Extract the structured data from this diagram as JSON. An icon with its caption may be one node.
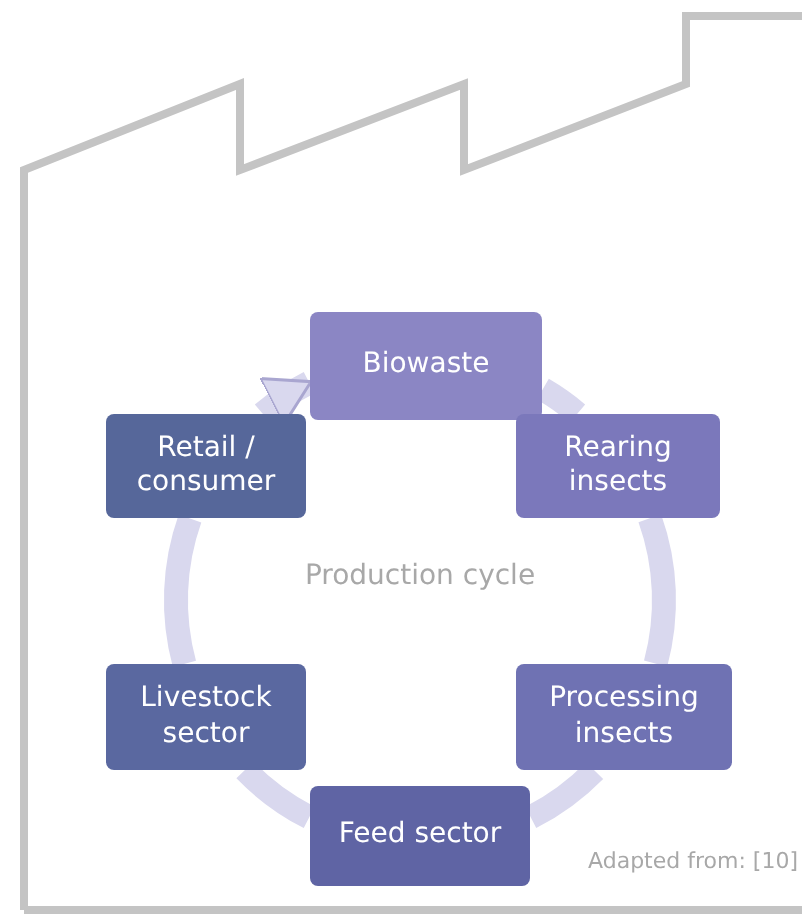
{
  "diagram": {
    "nodes": [
      {
        "text": [
          "Biowaste"
        ]
      },
      {
        "text": [
          "Rearing insects"
        ]
      },
      {
        "text": [
          "Processing insects"
        ]
      },
      {
        "text": [
          "Feed sector"
        ]
      },
      {
        "text": [
          "Livestock sector"
        ]
      },
      {
        "text": [
          "Retail / consumer"
        ]
      }
    ],
    "edges": [
      {
        "from": 0,
        "to": 1,
        "arrow": "none"
      },
      {
        "from": 1,
        "to": 2,
        "arrow": "none"
      },
      {
        "from": 2,
        "to": 3,
        "arrow": "none"
      },
      {
        "from": 3,
        "to": 4,
        "arrow": "none"
      },
      {
        "from": 4,
        "to": 5,
        "arrow": "none"
      },
      {
        "from": 5,
        "to": 0,
        "arrow": "to"
      }
    ],
    "labels": [
      "Production cycle",
      "Adapted from: [10]"
    ]
  }
}
